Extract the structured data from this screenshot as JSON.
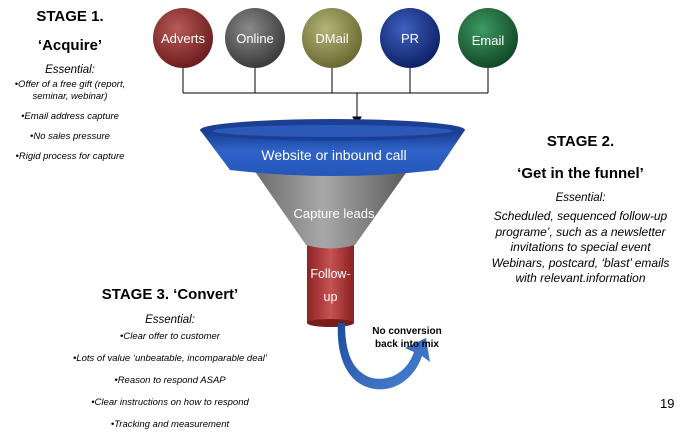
{
  "stage1": {
    "title": "STAGE 1.",
    "subtitle": "‘Acquire’",
    "essential": "Essential:",
    "bullets": [
      "•Offer of a free gift (report,",
      "seminar, webinar)",
      "•Email address capture",
      "•No sales pressure",
      "•Rigid process for capture"
    ]
  },
  "stage2": {
    "title": "STAGE 2.",
    "subtitle": "‘Get in the funnel’",
    "essential": "Essential:",
    "lines": [
      "Scheduled, sequenced follow-up",
      "programe’, such as a newsletter",
      "invitations to special event",
      "Webinars, postcard, ‘blast’ emails",
      "with relevant.information"
    ]
  },
  "stage3": {
    "title": "STAGE 3. ‘Convert’",
    "essential": "Essential:",
    "bullets": [
      "•Clear offer to customer",
      "•Lots of value ‘unbeatable, incomparable deal’",
      "•Reason to respond ASAP",
      "•Clear instructions on how to respond",
      "•Tracking and measurement"
    ]
  },
  "channels": [
    {
      "label": "Adverts",
      "color": "#8e2b2b"
    },
    {
      "label": "Online",
      "color": "#5a5a5a"
    },
    {
      "label": "DMail",
      "color": "#8a8a4a"
    },
    {
      "label": "PR",
      "color": "#16358a"
    },
    {
      "label": "Email",
      "color": "#1f6b3c"
    }
  ],
  "funnel": {
    "top_label": "Website or inbound call",
    "mid_label": "Capture leads",
    "spout_label_1": "Follow-",
    "spout_label_2": "up",
    "colors": {
      "top": "#1f4fb0",
      "mid": "#7a7a7a",
      "spout": "#b03434",
      "arrow": "#2a5fb5"
    }
  },
  "loop_label": [
    "No conversion",
    "back into mix"
  ],
  "page_number": "19"
}
